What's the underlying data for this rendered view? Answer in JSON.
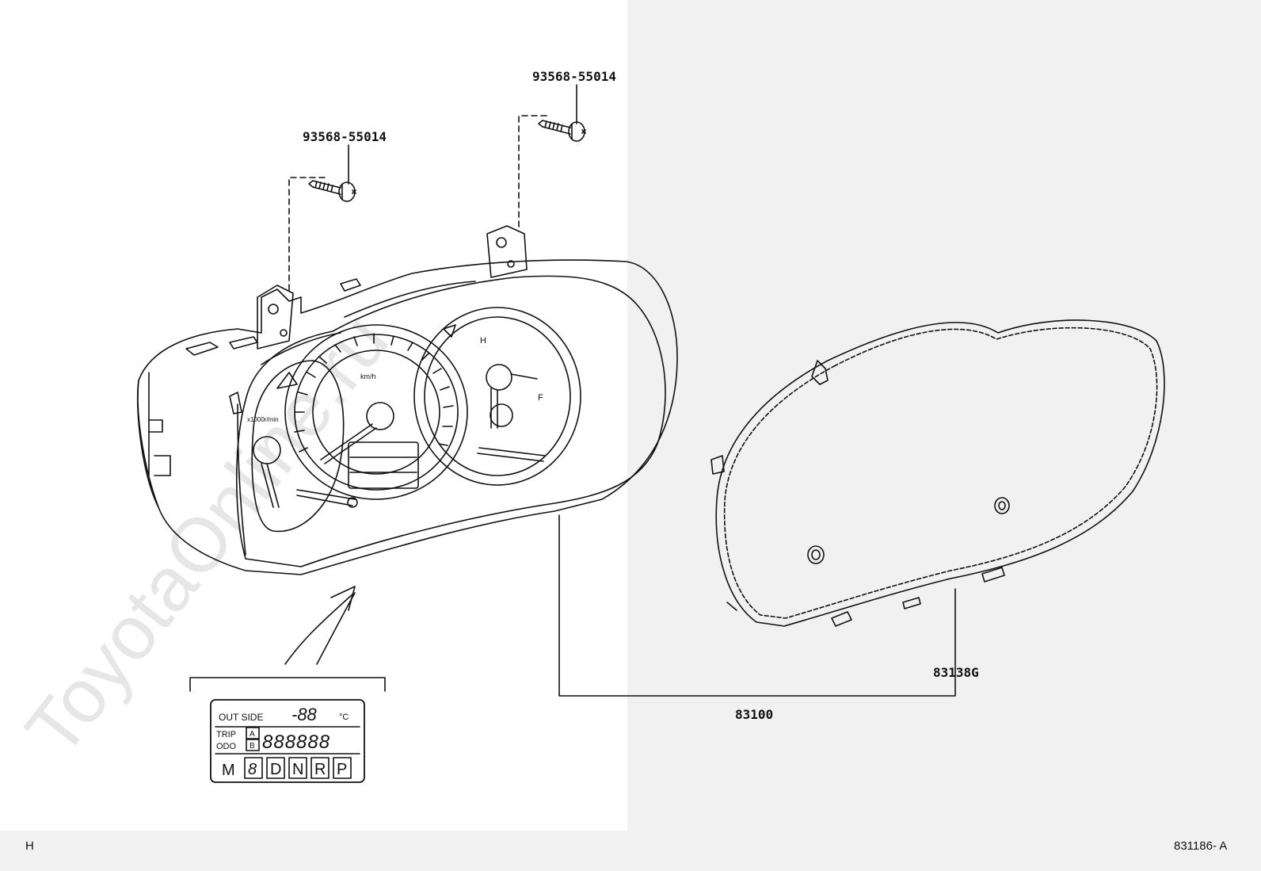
{
  "watermark": "ToyotaOnline.ru",
  "parts": {
    "bolt_left": "93568-55014",
    "bolt_right": "93568-55014",
    "meter_assy": "83100",
    "lens": "83138G"
  },
  "gauge": {
    "tach_unit": "x1000r/min",
    "speed_unit": "km/h",
    "fuel_h": "H",
    "fuel_f": "F"
  },
  "lcd": {
    "outside_label": "OUT SIDE",
    "temp_digits": "-88",
    "temp_unit": "°C",
    "trip_label": "TRIP",
    "odo_label": "ODO",
    "mode_a": "A",
    "mode_b": "B",
    "odometer_digits": "888888",
    "gear_m": "M",
    "gear_8": "8",
    "gear_d": "D",
    "gear_n": "N",
    "gear_r": "R",
    "gear_p": "P"
  },
  "footer": {
    "left_code": "H",
    "figure_code": "831186- A"
  },
  "colors": {
    "line": "#111111",
    "panel_left": "#ffffff",
    "panel_right": "#f1f1f1",
    "watermark": "#e6e6e6"
  }
}
